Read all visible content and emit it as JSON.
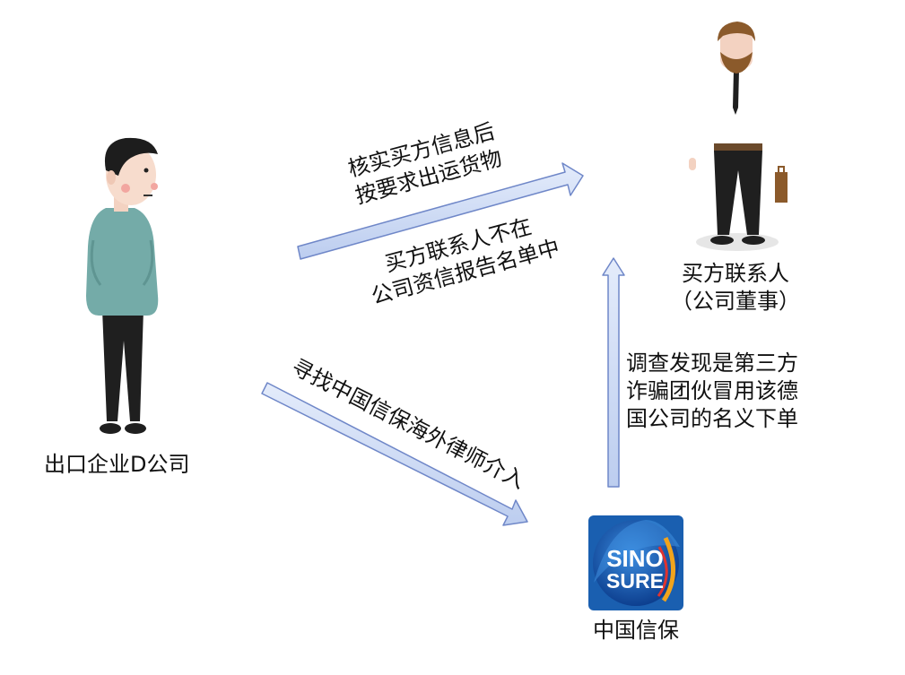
{
  "nodes": {
    "exporter": {
      "label": "出口企业D公司"
    },
    "buyer_contact": {
      "line1": "买方联系人",
      "line2": "（公司董事）"
    },
    "sinosure": {
      "label": "中国信保",
      "logo_line1": "SINO",
      "logo_line2": "SURE"
    }
  },
  "arrows": {
    "verify_and_ship": {
      "line1": "核实买方信息后",
      "line2": "按要求出运货物"
    },
    "not_in_report": {
      "line1": "买方联系人不在",
      "line2": "公司资信报告名单中"
    },
    "seek_lawyer": {
      "label": "寻找中国信保海外律师介入"
    },
    "investigation": {
      "line1": "调查发现是第三方",
      "line2": "诈骗团伙冒用该德",
      "line3": "国公司的名义下单"
    }
  },
  "colors": {
    "arrow_fill": "#cfdcf5",
    "arrow_stroke": "#6f87c8",
    "logo_bg": "#1a5fb0"
  }
}
